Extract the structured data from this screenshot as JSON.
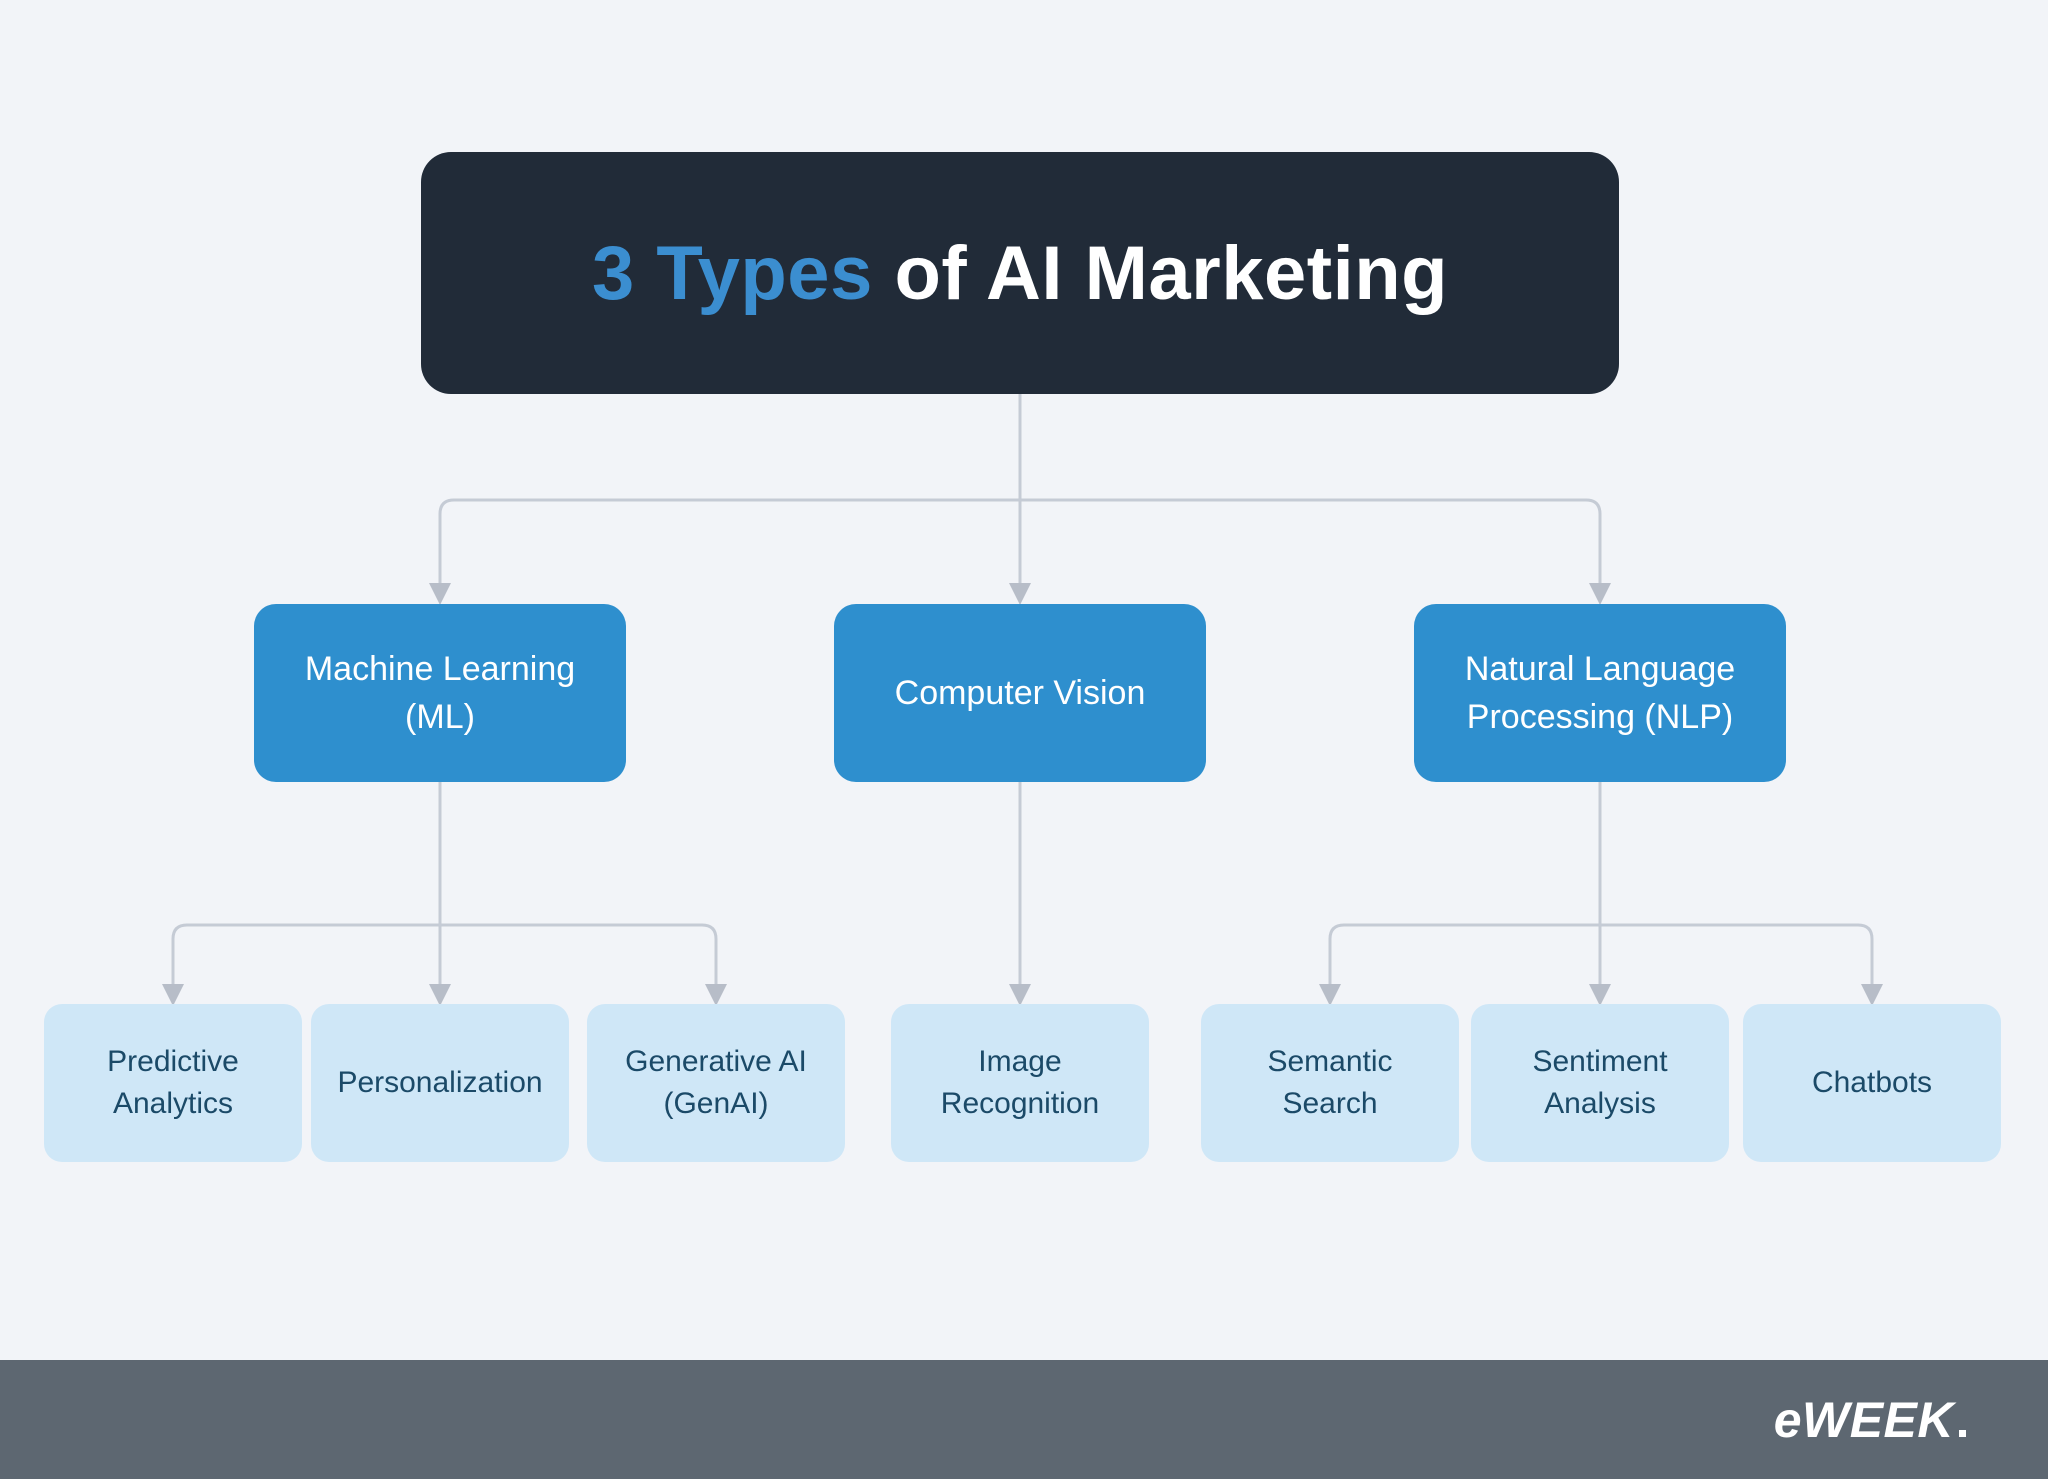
{
  "title": {
    "highlight": "3 Types",
    "rest": " of AI Marketing"
  },
  "tree": {
    "root_children": [
      {
        "label": "Machine Learning (ML)",
        "children": [
          "Predictive Analytics",
          "Personalization",
          "Generative AI (GenAI)"
        ]
      },
      {
        "label": "Computer Vision",
        "children": [
          "Image Recognition"
        ]
      },
      {
        "label": "Natural Language Processing (NLP)",
        "children": [
          "Semantic Search",
          "Sentiment Analysis",
          "Chatbots"
        ]
      }
    ]
  },
  "footer": {
    "logo_text": "eWEEK"
  },
  "colors": {
    "background": "#f2f4f8",
    "title_box": "#212b38",
    "title_highlight": "#3b8ed0",
    "title_text": "#ffffff",
    "mid_box": "#2e8fce",
    "mid_text": "#ffffff",
    "leaf_box": "#cfe7f7",
    "leaf_text": "#1b4a68",
    "connector_line": "#c5cbd5",
    "arrowhead": "#b7bdc8",
    "footer_bar": "#5d6771",
    "logo_text": "#ffffff"
  }
}
